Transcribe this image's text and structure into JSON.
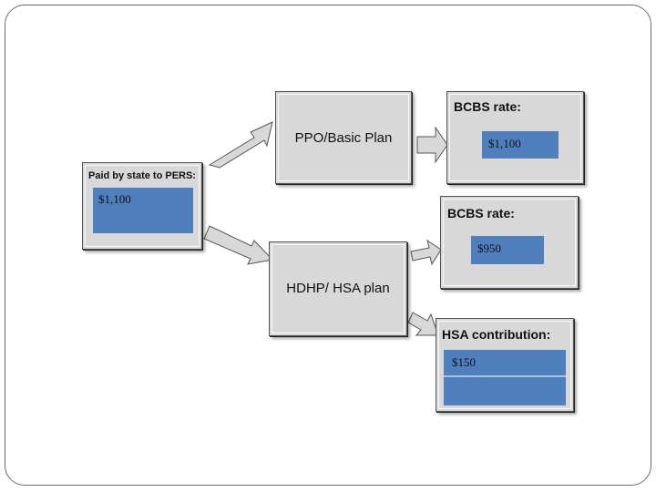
{
  "paid_box": {
    "title": "Paid by state to PERS:",
    "value": "$1,100"
  },
  "ppo_box": {
    "label": "PPO/Basic Plan"
  },
  "ppo_rate_box": {
    "title": "BCBS rate:",
    "value": "$1,100"
  },
  "hdhp_box": {
    "label": "HDHP/ HSA plan"
  },
  "hdhp_rate_box": {
    "title": "BCBS rate:",
    "value": "$950"
  },
  "hsa_box": {
    "title": "HSA contribution:",
    "value": "$150"
  },
  "colors": {
    "box_fill": "#d8d8d8",
    "value_fill": "#4f80bd",
    "arrow_fill": "#d8d8d8"
  }
}
